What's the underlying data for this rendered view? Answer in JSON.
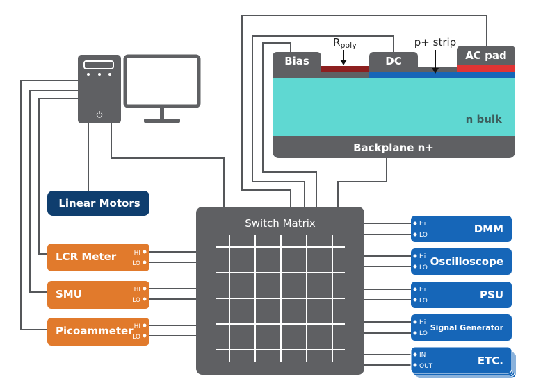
{
  "sensor": {
    "bias": "Bias",
    "dc": "DC",
    "ac_pad": "AC pad",
    "rpoly_main": "R",
    "rpoly_sub": "poly",
    "pstrip": "p+ strip",
    "nbulk": "n bulk",
    "backplane": "Backplane n+"
  },
  "switch_matrix": {
    "title": "Switch Matrix"
  },
  "left_instruments": [
    {
      "label": "Linear Motors"
    },
    {
      "label": "LCR Meter",
      "hi": "HI",
      "lo": "LO"
    },
    {
      "label": "SMU",
      "hi": "HI",
      "lo": "LO"
    },
    {
      "label": "Picoammeter",
      "hi": "HI",
      "lo": "LO"
    }
  ],
  "right_instruments": [
    {
      "label": "DMM",
      "top": "Hi",
      "bottom": "LO"
    },
    {
      "label": "Oscilloscope",
      "top": "Hi",
      "bottom": "LO"
    },
    {
      "label": "PSU",
      "top": "Hi",
      "bottom": "LO"
    },
    {
      "label": "Signal Generator",
      "top": "Hi",
      "bottom": "LO"
    },
    {
      "label": "ETC.",
      "top": "IN",
      "bottom": "OUT"
    }
  ],
  "colors": {
    "dark_gray": "#5f6063",
    "cyan": "#5fd8d2",
    "red": "#e03434",
    "dark_red": "#8d1f1f",
    "blue": "#1666b8",
    "navy": "#0f3e6e",
    "orange": "#e17a2c"
  }
}
